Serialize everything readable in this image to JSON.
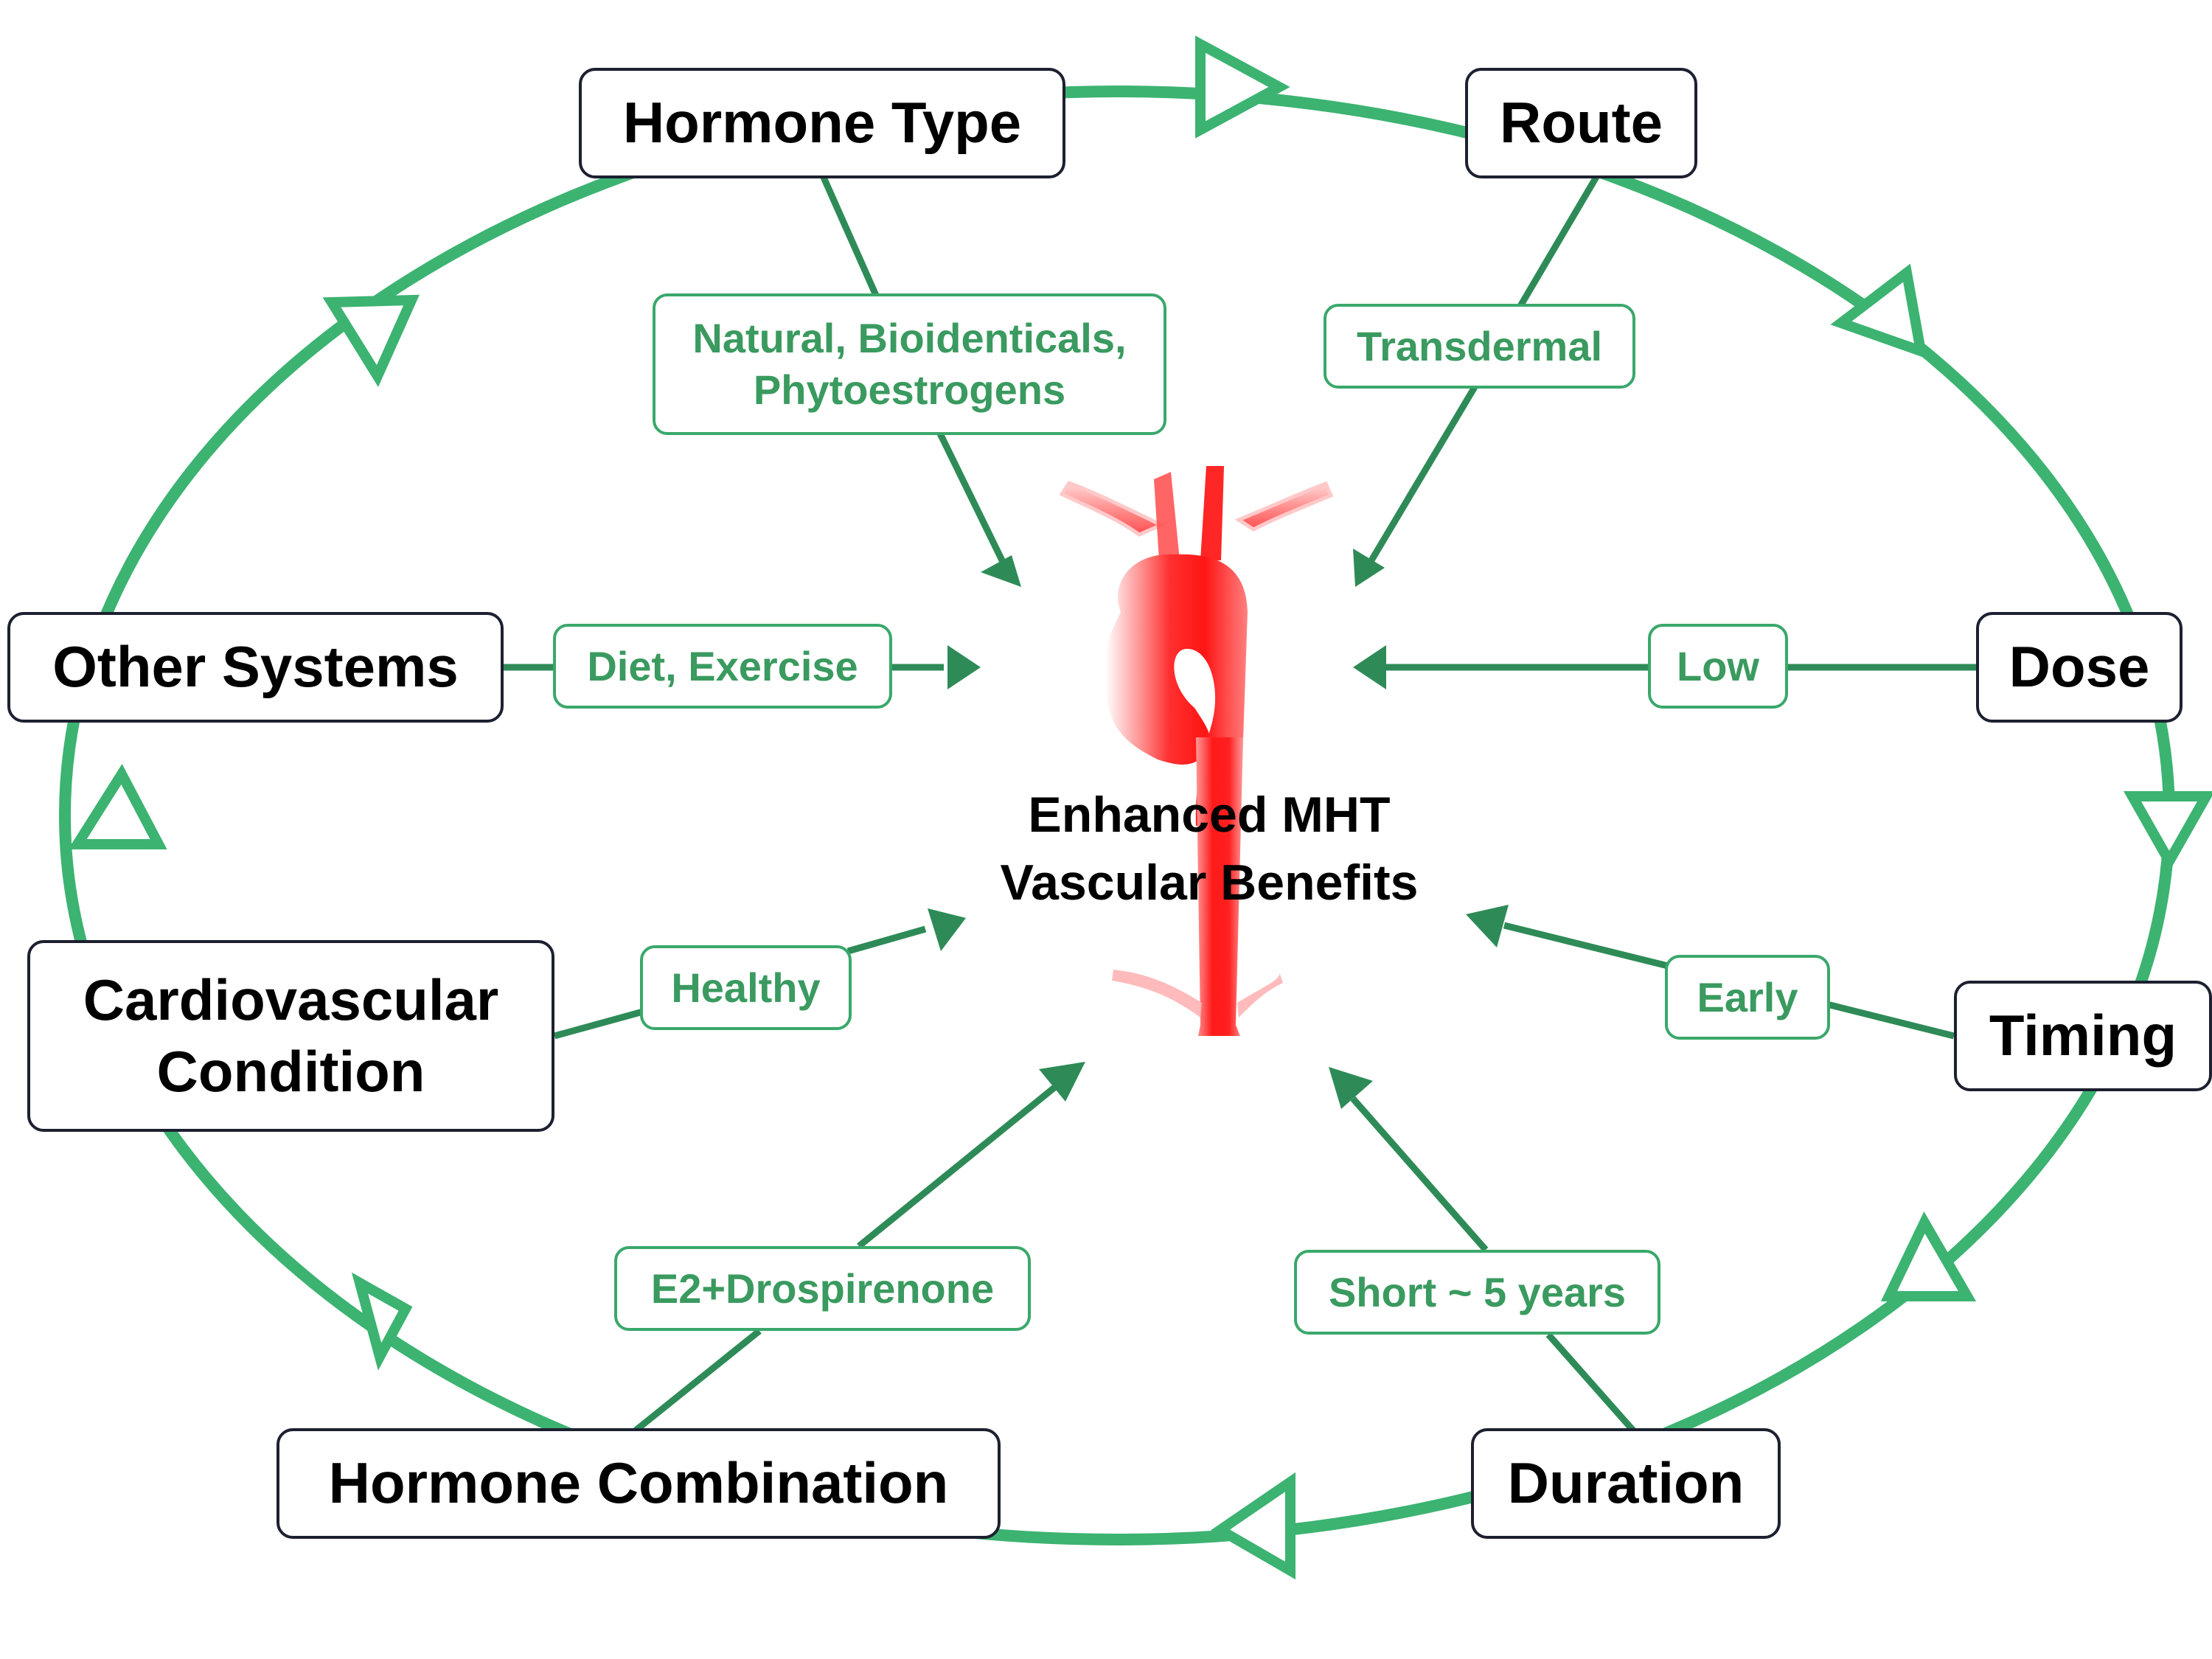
{
  "colors": {
    "cycle": "#3cb371",
    "arrow": "#2e8b57",
    "effect_text": "#3a9a5f",
    "vessel": "#ff1a1a"
  },
  "icons": {
    "center": "aorta-icon"
  },
  "center": {
    "line1": "Enhanced MHT",
    "line2": "Vascular Benefits"
  },
  "factors": {
    "hormone_type": "Hormone Type",
    "route": "Route",
    "dose": "Dose",
    "timing": "Timing",
    "duration": "Duration",
    "hormone_combination": "Hormone Combination",
    "cardiovascular": {
      "line1": "Cardiovascular",
      "line2": "Condition"
    },
    "other_systems": "Other Systems"
  },
  "effects": {
    "hormone_type": {
      "line1": "Natural, Bioidenticals,",
      "line2": "Phytoestrogens"
    },
    "route": "Transdermal",
    "dose": "Low",
    "timing": "Early",
    "duration": "Short ~ 5 years",
    "hormone_combination": "E2+Drospirenone",
    "cardiovascular": "Healthy",
    "other_systems": "Diet, Exercise"
  }
}
